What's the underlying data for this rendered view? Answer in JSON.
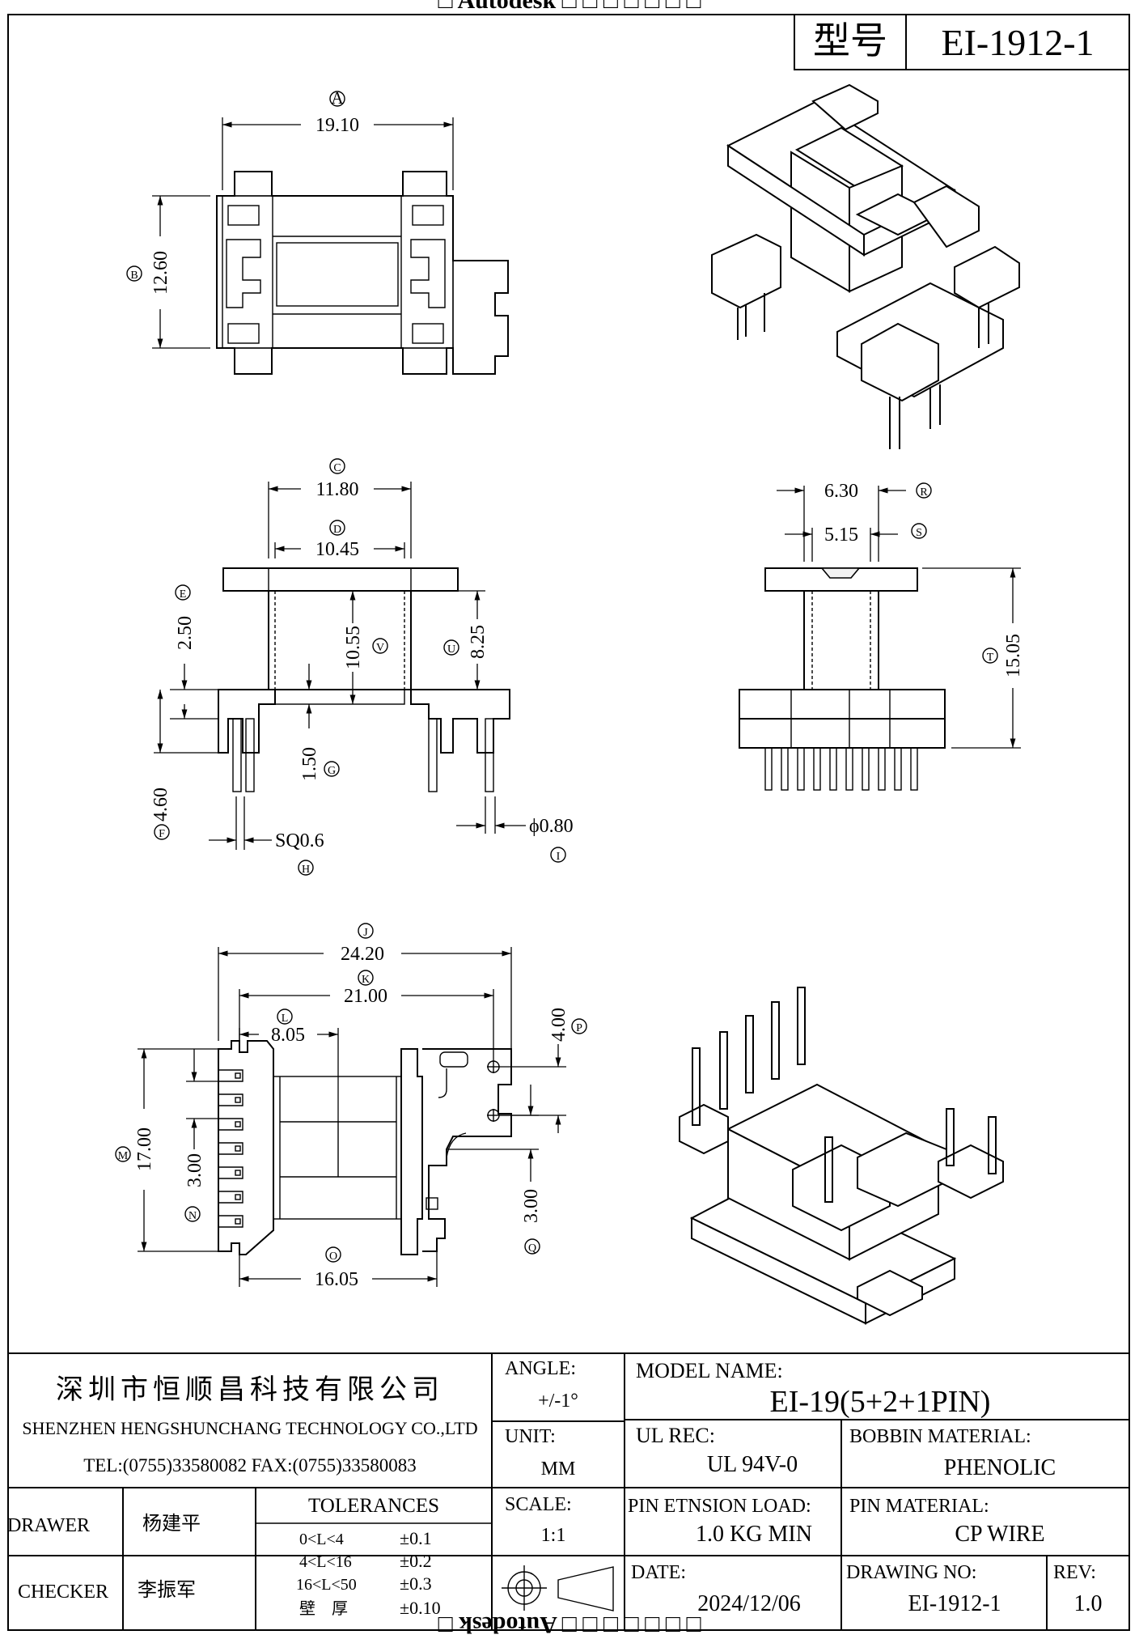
{
  "watermark_top": "□ Autodesk □ □ □ □ □ □ □",
  "watermark_bottom": "□ □ □ □ □ □ □ Autodesk □",
  "header": {
    "model_label": "型号",
    "model_value": "EI-1912-1"
  },
  "view_top": {
    "dims": [
      {
        "id": "A",
        "value": "19.10"
      },
      {
        "id": "B",
        "value": "12.60"
      }
    ]
  },
  "view_front": {
    "dims": [
      {
        "id": "C",
        "value": "11.80"
      },
      {
        "id": "D",
        "value": "10.45"
      },
      {
        "id": "E",
        "value": "2.50"
      },
      {
        "id": "V",
        "value": "10.55"
      },
      {
        "id": "U",
        "value": "8.25"
      },
      {
        "id": "F",
        "value": "4.60"
      },
      {
        "id": "G",
        "value": "1.50"
      },
      {
        "id": "H",
        "value": "SQ0.6"
      },
      {
        "id": "I",
        "value": "ϕ0.80"
      }
    ]
  },
  "view_side": {
    "dims": [
      {
        "id": "R",
        "value": "6.30"
      },
      {
        "id": "S",
        "value": "5.15"
      },
      {
        "id": "T",
        "value": "15.05"
      }
    ]
  },
  "view_bottom": {
    "dims": [
      {
        "id": "J",
        "value": "24.20"
      },
      {
        "id": "K",
        "value": "21.00"
      },
      {
        "id": "L",
        "value": "8.05"
      },
      {
        "id": "P",
        "value": "4.00"
      },
      {
        "id": "M",
        "value": "17.00"
      },
      {
        "id": "N",
        "value": "3.00"
      },
      {
        "id": "Q",
        "value": "3.00"
      },
      {
        "id": "O",
        "value": "16.05"
      }
    ]
  },
  "title_block": {
    "company_cn": "深圳市恒顺昌科技有限公司",
    "company_en": "SHENZHEN HENGSHUNCHANG TECHNOLOGY CO.,LTD",
    "contact": "TEL:(0755)33580082 FAX:(0755)33580083",
    "angle_label": "ANGLE:",
    "angle_value": "+/-1°",
    "unit_label": "UNIT:",
    "unit_value": "MM",
    "scale_label": "SCALE:",
    "scale_value": "1:1",
    "model_name_label": "MODEL NAME:",
    "model_name_value": "EI-19(5+2+1PIN)",
    "ul_label": "UL REC:",
    "ul_value": "UL 94V-0",
    "bobbin_label": "BOBBIN MATERIAL:",
    "bobbin_value": "PHENOLIC",
    "pin_load_label": "PIN ETNSION LOAD:",
    "pin_load_value": "1.0 KG MIN",
    "pin_material_label": "PIN MATERIAL:",
    "pin_material_value": "CP WIRE",
    "date_label": "DATE:",
    "date_value": "2024/12/06",
    "drawing_no_label": "DRAWING NO:",
    "drawing_no_value": "EI-1912-1",
    "rev_label": "REV:",
    "rev_value": "1.0",
    "drawer_label": "DRAWER",
    "drawer_name": "杨建平",
    "checker_label": "CHECKER",
    "checker_name": "李振军",
    "tolerances_label": "TOLERANCES",
    "tolerances": [
      {
        "range": "0<L<4",
        "value": "±0.1"
      },
      {
        "range": "4<L<16",
        "value": "±0.2"
      },
      {
        "range": "16<L<50",
        "value": "±0.3"
      },
      {
        "range": "壁　厚",
        "value": "±0.10"
      }
    ]
  }
}
